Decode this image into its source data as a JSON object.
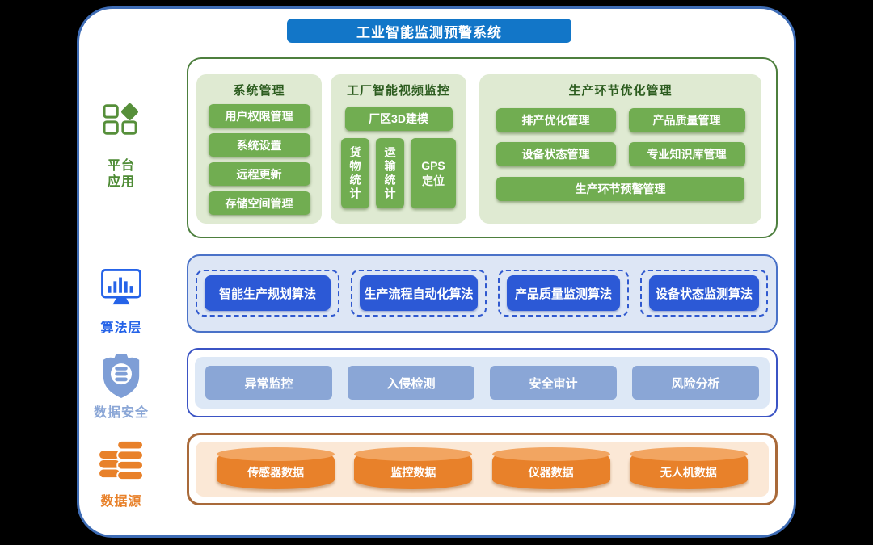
{
  "title": "工业智能监测预警系统",
  "sidebar": {
    "items": [
      {
        "label": "平台\n应用",
        "icon": "app-grid-icon",
        "color": "#4e8b35"
      },
      {
        "label": "算法层",
        "icon": "monitor-chart-icon",
        "color": "#2563e8"
      },
      {
        "label": "数据安全",
        "icon": "shield-database-icon",
        "color": "#8aa6d6"
      },
      {
        "label": "数据源",
        "icon": "database-icon",
        "color": "#e8812a"
      }
    ]
  },
  "platform_layer": {
    "groups": [
      {
        "title": "系统管理",
        "items": [
          "用户权限管理",
          "系统设置",
          "远程更新",
          "存储空间管理"
        ]
      },
      {
        "title": "工厂智能视频监控",
        "wide_item": "厂区3D建模",
        "vertical_items": [
          "货物统计",
          "运输统计"
        ],
        "gps_item": "GPS\n定位"
      },
      {
        "title": "生产环节优化管理",
        "grid_items": [
          "排产优化管理",
          "产品质量管理",
          "设备状态管理",
          "专业知识库管理"
        ],
        "full_width_item": "生产环节预警管理"
      }
    ]
  },
  "algorithm_layer": {
    "items": [
      "智能生产规划算法",
      "生产流程自动化算法",
      "产品质量监测算法",
      "设备状态监测算法"
    ]
  },
  "security_layer": {
    "items": [
      "异常监控",
      "入侵检测",
      "安全审计",
      "风险分析"
    ]
  },
  "datasource_layer": {
    "items": [
      "传感器数据",
      "监控数据",
      "仪器数据",
      "无人机数据"
    ]
  },
  "colors": {
    "title_bg": "#1276c8",
    "main_border": "#3e6cb5",
    "green_accent": "#71ad51",
    "green_dark_text": "#2c5c1f",
    "blue_accent": "#2c59d6",
    "periwinkle_accent": "#8aa6d6",
    "orange_accent": "#e8812a"
  }
}
